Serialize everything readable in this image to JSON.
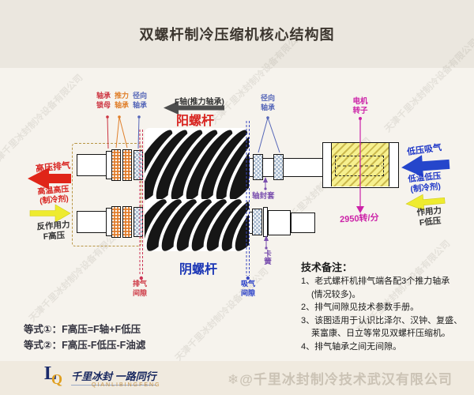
{
  "title": "双螺杆制冷压缩机核心结构图",
  "watermark_text": "天津千里冰封制冷设备有限公司",
  "diagram": {
    "bearing_locknut": "轴承锁母",
    "thrust_bearing": "推力轴承",
    "radial_bearing_left": "径向轴承",
    "radial_bearing_right": "径向轴承",
    "f_axis_thrust": "F轴(推力轴承)",
    "male_rotor": "阳螺杆",
    "female_rotor": "阴螺杆",
    "motor_rotor": "电机转子",
    "rpm": "2950转/分",
    "hp_discharge": "高压排气",
    "ht_hp": "高温高压",
    "refrigerant_left": "(制冷剂)",
    "reaction_force": "反作用力",
    "f_high": "F高压",
    "lp_suction": "低压吸气",
    "lt_lp": "低温低压",
    "refrigerant_right": "(制冷剂)",
    "acting_force": "作用力",
    "f_low": "F低压",
    "shaft_seal_sleeve": "轴封套",
    "circlip": "卡簧",
    "discharge_gap": "排气间隙",
    "suction_gap": "吸气间隙"
  },
  "equations": {
    "line1": "等式①：F高压=F轴+F低压",
    "line2": "等式②：F高压-F低压-F油滤"
  },
  "notes": {
    "title": "技术备注：",
    "items": [
      "1、老式螺杆机排气端各配3个推力轴承",
      "(情况较多)。",
      "2、排气间隙见技术参数手册。",
      "3、该图适用于认识比泽尔、汉钟、复盛、",
      "莱富康、日立等常见双螺杆压缩机。",
      "4、排气轴承之间无间隙。"
    ]
  },
  "footer": {
    "logo_l": "L",
    "logo_q": "Q",
    "slogan": "千里冰封 一路同行",
    "slogan_sub": "QIANLIBINGFENG",
    "watermark": "❄@千里冰封制冷技术武汉有限公司"
  },
  "colors": {
    "background": "#f6f3ed",
    "title_band": "#ebe7df",
    "red_arrow": "#e02518",
    "yellow_arrow": "#eeeb2f",
    "blue_arrow": "#2546cb",
    "magenta": "#cc22a8",
    "violet": "#7a4fae",
    "orange_bearing": "#e07a28",
    "motor_yellow": "#f6f08f"
  }
}
